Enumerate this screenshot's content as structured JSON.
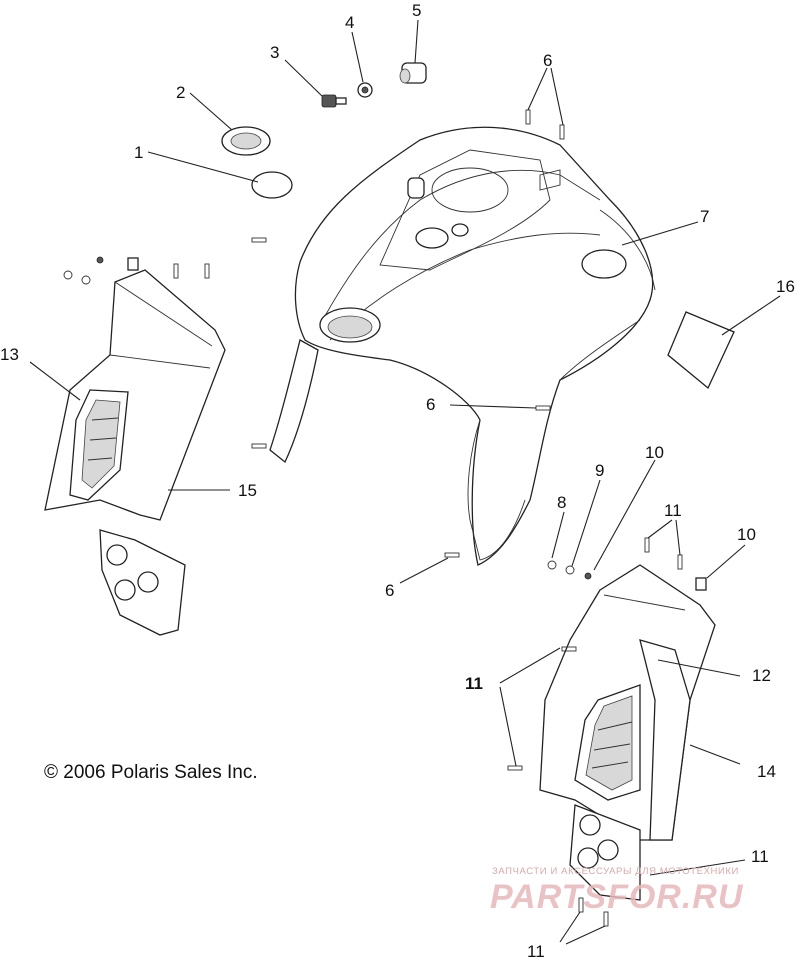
{
  "callouts": {
    "c1": "1",
    "c2": "2",
    "c3": "3",
    "c4": "4",
    "c5": "5",
    "c6a": "6",
    "c6b": "6",
    "c6c": "6",
    "c7": "7",
    "c8": "8",
    "c9": "9",
    "c10a": "10",
    "c10b": "10",
    "c11a": "11",
    "c11b": "11",
    "c11c": "11",
    "c11d": "11",
    "c12": "12",
    "c13": "13",
    "c14": "14",
    "c15": "15",
    "c16": "16"
  },
  "copyright": "© 2006 Polaris Sales Inc.",
  "watermark": {
    "tagline": "ЗАПЧАСТИ И АКСЕССУАРЫ ДЛЯ МОТОТЕХНИКИ",
    "logo": "PARTSFOR.RU"
  },
  "colors": {
    "line": "#222222",
    "watermark": "#e8b8ba"
  }
}
